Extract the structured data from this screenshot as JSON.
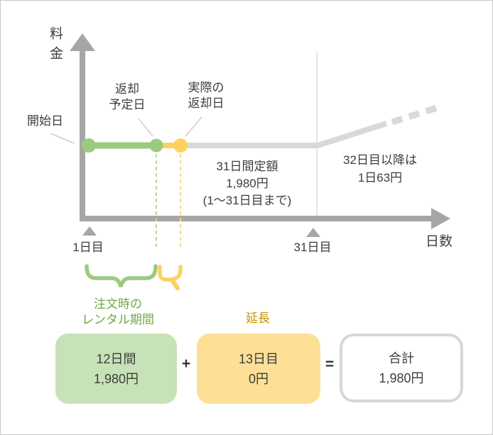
{
  "colors": {
    "green": "#9cca7f",
    "green_dash": "#b7d89c",
    "green_box": "#c8e2b7",
    "green_text": "#70a845",
    "yellow": "#fbd262",
    "yellow_dash": "#f2d88d",
    "yellow_box": "#fde095",
    "gold_text": "#bf9000",
    "axis_gray": "#a6a6a6",
    "line_gray": "#d9d9d9",
    "text": "#3d3d3d"
  },
  "diagram": {
    "y_axis_label": "料金",
    "x_axis_label": "日数",
    "start_date_label": "開始日",
    "planned_return_label": "返却\n予定日",
    "actual_return_label": "実際の\n返却日",
    "flat_rate_note": "31日間定額\n1,980円\n(1〜31日目まで)",
    "overage_note": "32日目以降は\n1日63円",
    "tick_day1": "1日目",
    "tick_day31": "31日目"
  },
  "braces": {
    "rental_period_label": "注文時の\nレンタル期間",
    "extension_label": "延長"
  },
  "summary": {
    "rental_box": {
      "duration": "12日間",
      "price": "1,980円"
    },
    "plus": "+",
    "extension_box": {
      "duration": "13日目",
      "price": "0円"
    },
    "equals": "=",
    "total_box": {
      "title": "合計",
      "price": "1,980円"
    }
  }
}
